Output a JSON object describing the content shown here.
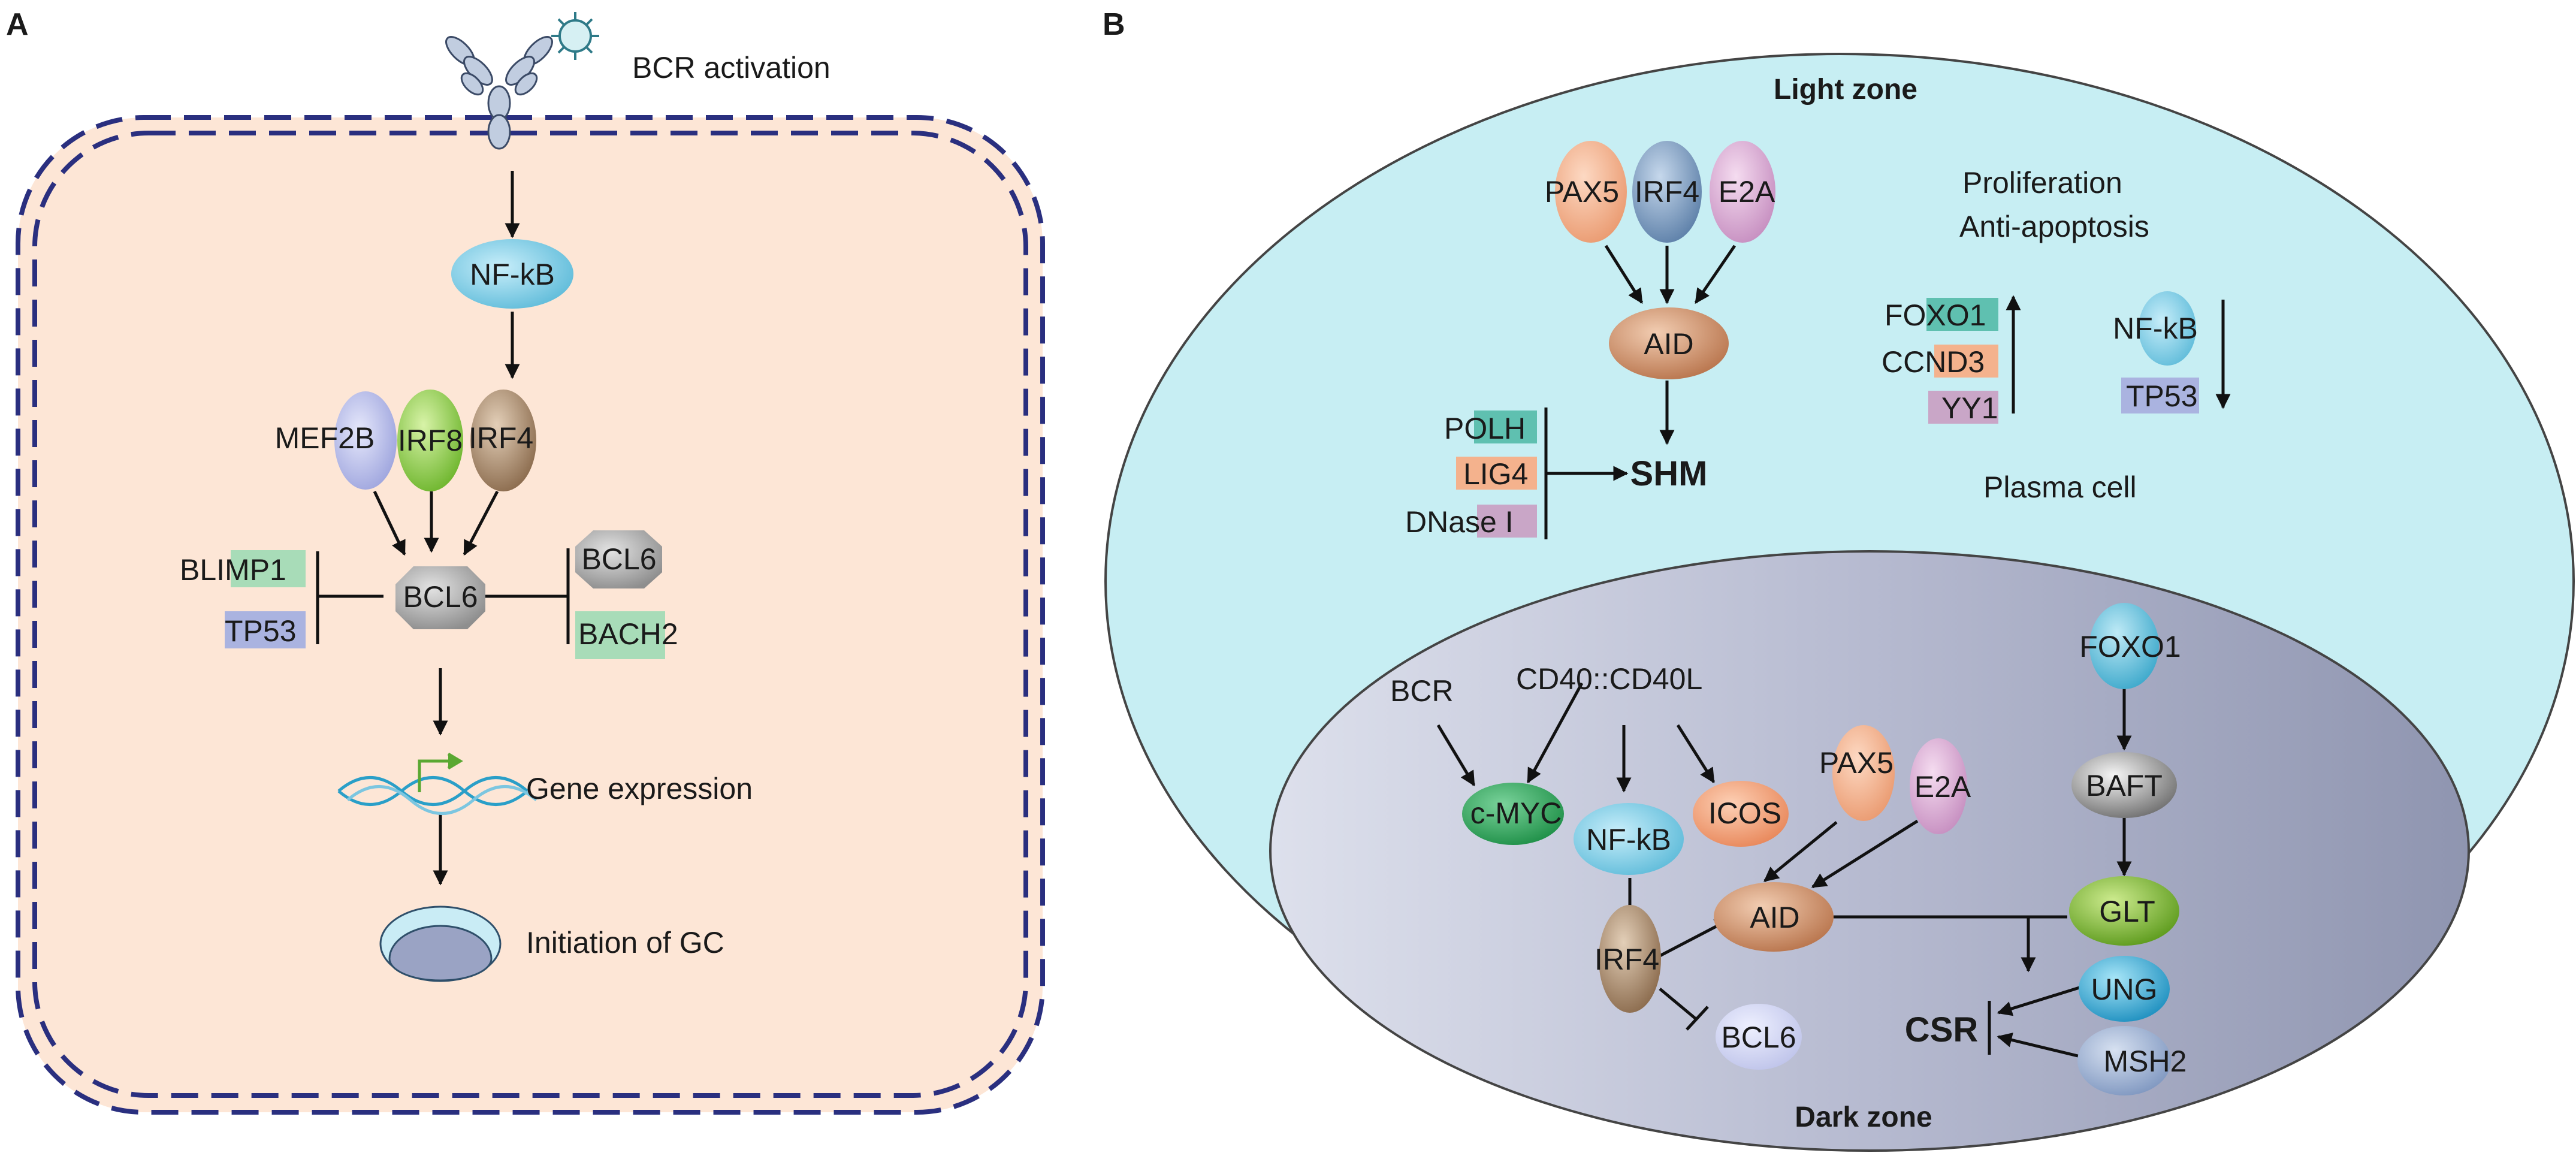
{
  "panel_a": {
    "label": "A",
    "bcr_activation": "BCR activation",
    "nfkb": "NF-kB",
    "mef2b": "MEF2B",
    "irf8": "IRF8",
    "irf4": "IRF4",
    "bcl6_center": "BCL6",
    "blimp1": "BLIMP1",
    "tp53": "TP53",
    "bcl6_right": "BCL6",
    "bach2": "BACH2",
    "gene_expression": "Gene expression",
    "initiation_gc": "Initiation of GC"
  },
  "panel_b": {
    "label": "B",
    "light_zone": "Light zone",
    "dark_zone": "Dark zone",
    "light": {
      "pax5": "PAX5",
      "irf4": "IRF4",
      "e2a": "E2A",
      "aid": "AID",
      "shm": "SHM",
      "polh": "POLH",
      "lig4": "LIG4",
      "dnase": "DNase I",
      "proliferation": "Proliferation",
      "anti_apoptosis": "Anti-apoptosis",
      "foxo1": "FOXO1",
      "ccnd3": "CCND3",
      "yy1": "YY1",
      "nfkb": "NF-kB",
      "tp53": "TP53",
      "plasma_cell": "Plasma cell"
    },
    "dark": {
      "bcr": "BCR",
      "cd40": "CD40::CD40L",
      "cmyc": "c-MYC",
      "nfkb": "NF-kB",
      "icos": "ICOS",
      "pax5": "PAX5",
      "e2a": "E2A",
      "aid": "AID",
      "irf4": "IRF4",
      "bcl6": "BCL6",
      "foxo1": "FOXO1",
      "baft": "BAFT",
      "glt": "GLT",
      "ung": "UNG",
      "msh2": "MSH2",
      "csr": "CSR"
    }
  },
  "colors": {
    "cell_fill": "#fde6d6",
    "cell_border": "#2a2f7f",
    "light_zone_fill": "#c7eef3",
    "dark_zone_fill": "#b4b8cc",
    "nfkb": "#86cfe6",
    "aid": "#cd8c66",
    "bcl6": "#a9a9a9",
    "green_box": "#a8dcb8",
    "blue_box": "#aab3e0",
    "orange_box": "#f4b28d",
    "pink_box": "#c9a6c7"
  }
}
